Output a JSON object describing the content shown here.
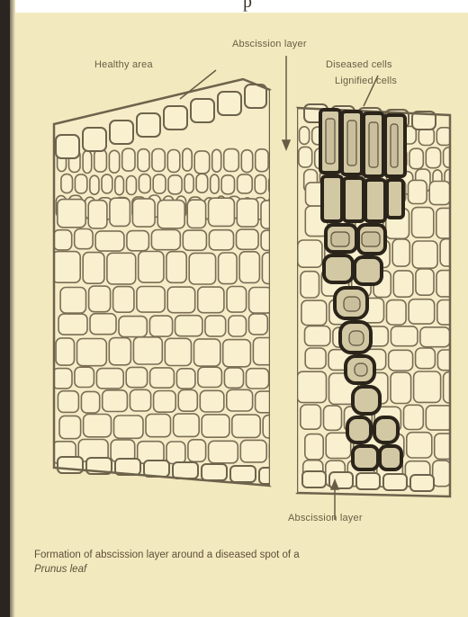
{
  "figure": {
    "cropped_header_text": "p",
    "labels": {
      "healthy_area": "Healthy area",
      "abscission_layer_top": "Abscission layer",
      "diseased_cells": "Diseased cells",
      "lignified_cells": "Lignified cells",
      "abscission_layer_bottom": "Abscission layer"
    },
    "caption_line_1": "Formation of abscission layer around a diseased spot of a",
    "caption_line_2": "Prunus leaf",
    "colors": {
      "background": "#f3e9be",
      "cell_outline": "#6e634c",
      "diseased_cell_fill": "#c9bf9c",
      "lignified_wall": "#2b241a",
      "binding_spine": "#2a2520"
    }
  }
}
